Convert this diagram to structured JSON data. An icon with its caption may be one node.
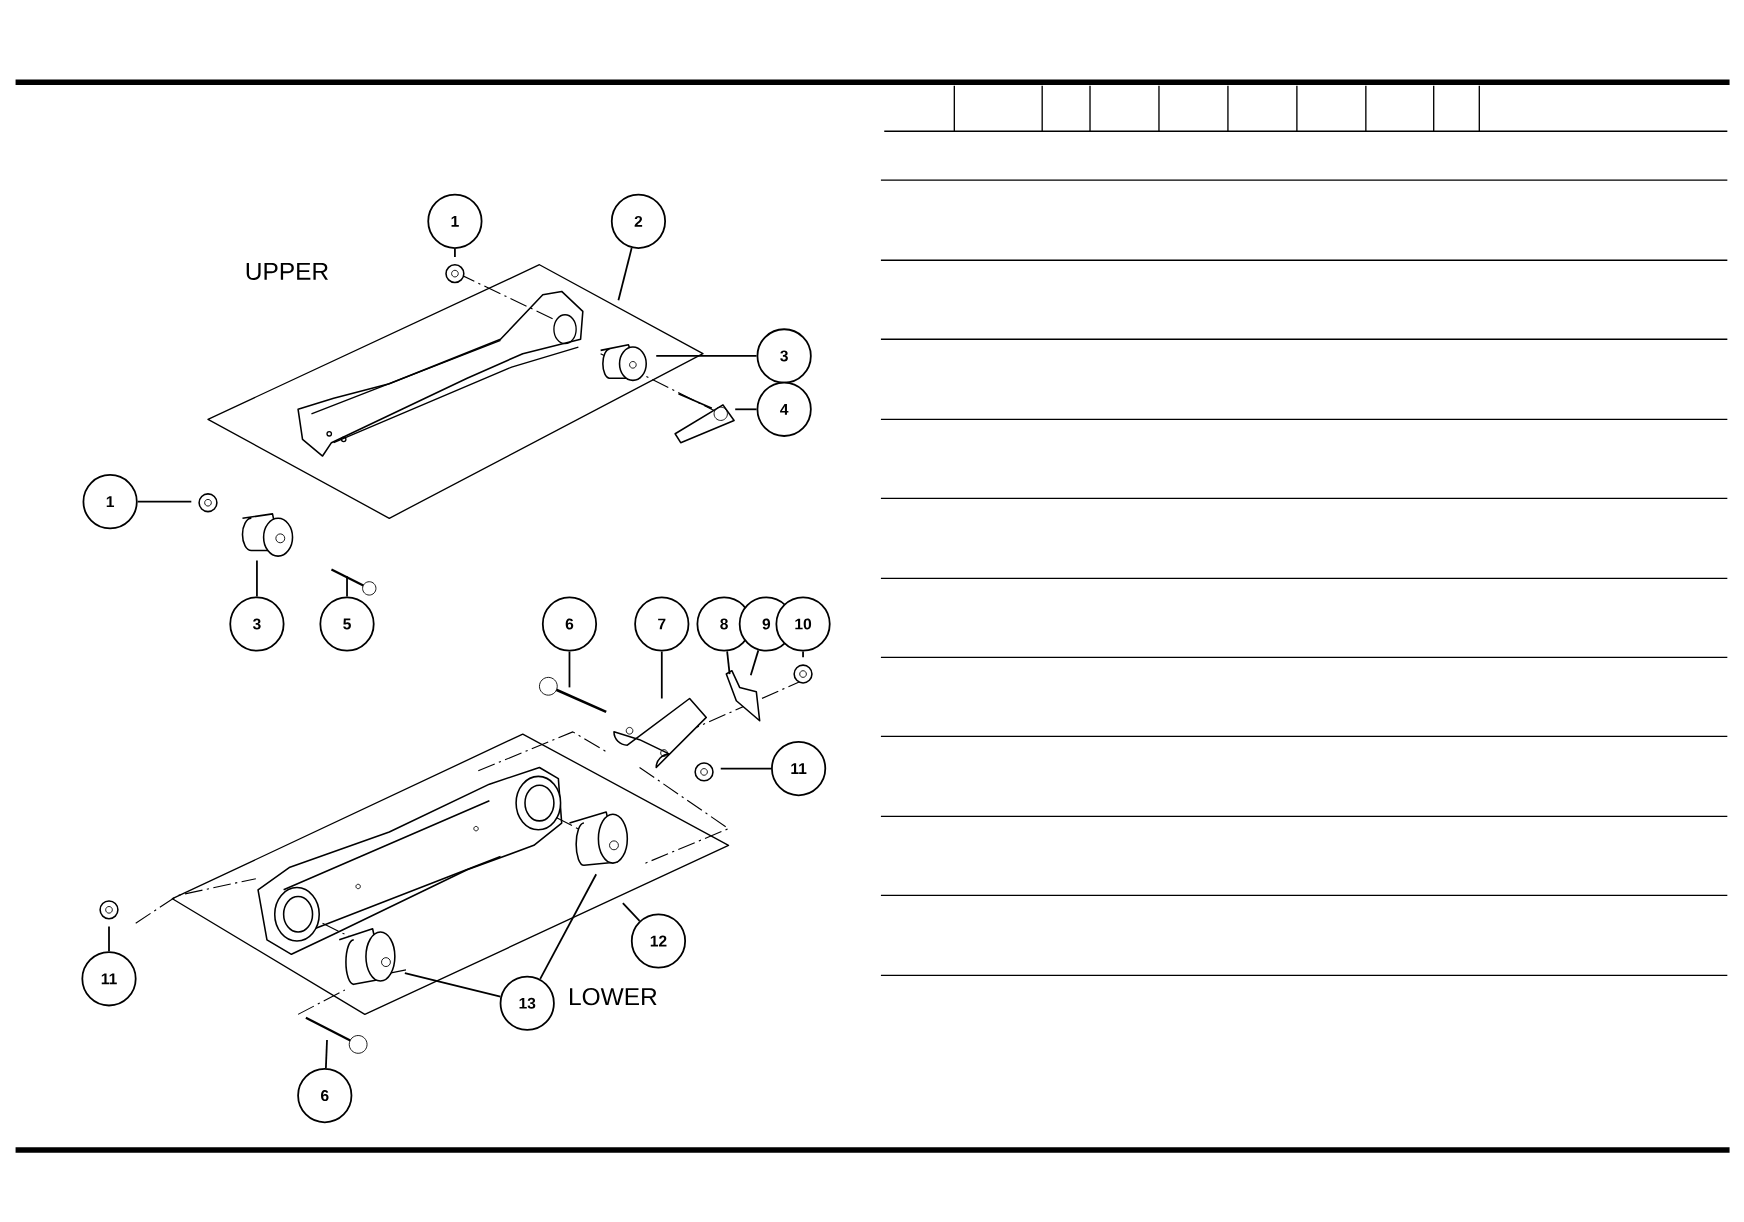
{
  "diagram": {
    "nodes": [
      {
        "text": [
          "1"
        ]
      },
      {
        "text": [
          "2"
        ]
      },
      {
        "text": [
          "3"
        ]
      },
      {
        "text": [
          "4"
        ]
      },
      {
        "text": [
          "1"
        ]
      },
      {
        "text": [
          "3"
        ]
      },
      {
        "text": [
          "5"
        ]
      },
      {
        "text": [
          "6"
        ]
      },
      {
        "text": [
          "7"
        ]
      },
      {
        "text": [
          "8"
        ]
      },
      {
        "text": [
          "9"
        ]
      },
      {
        "text": [
          "10"
        ]
      },
      {
        "text": [
          "11"
        ]
      },
      {
        "text": [
          "12"
        ]
      },
      {
        "text": [
          "11"
        ]
      },
      {
        "text": [
          "13"
        ]
      },
      {
        "text": [
          "6"
        ]
      }
    ],
    "edges": [
      {
        "from": 0,
        "to": null,
        "arrow": "none"
      },
      {
        "from": 1,
        "to": null,
        "arrow": "none"
      },
      {
        "from": 2,
        "to": null,
        "arrow": "none"
      },
      {
        "from": 3,
        "to": null,
        "arrow": "none"
      },
      {
        "from": 4,
        "to": null,
        "arrow": "none"
      },
      {
        "from": 5,
        "to": null,
        "arrow": "none"
      },
      {
        "from": 6,
        "to": null,
        "arrow": "none"
      },
      {
        "from": 7,
        "to": null,
        "arrow": "none"
      },
      {
        "from": 8,
        "to": null,
        "arrow": "none"
      },
      {
        "from": 9,
        "to": null,
        "arrow": "none"
      },
      {
        "from": 10,
        "to": null,
        "arrow": "none"
      },
      {
        "from": 11,
        "to": null,
        "arrow": "none"
      },
      {
        "from": 12,
        "to": null,
        "arrow": "none"
      },
      {
        "from": 13,
        "to": null,
        "arrow": "none"
      },
      {
        "from": 14,
        "to": null,
        "arrow": "none"
      },
      {
        "from": 15,
        "to": null,
        "arrow": "none"
      },
      {
        "from": 15,
        "to": null,
        "arrow": "none"
      },
      {
        "from": 16,
        "to": null,
        "arrow": "none"
      }
    ],
    "labels": [
      "UPPER",
      "LOWER"
    ]
  }
}
